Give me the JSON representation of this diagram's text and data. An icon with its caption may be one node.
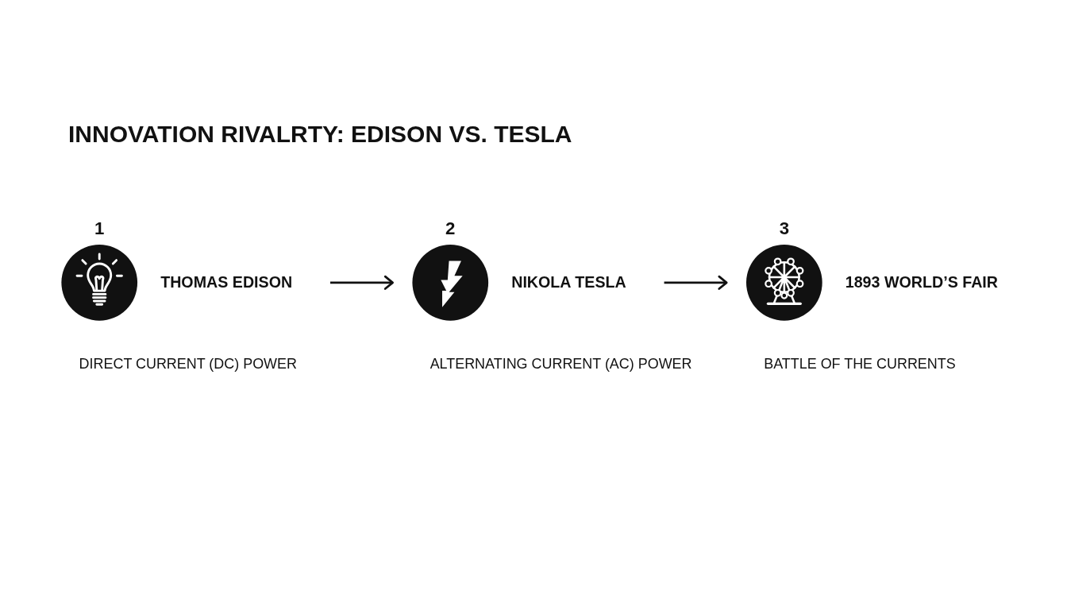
{
  "diagram": {
    "title": "INNOVATION RIVALRTY: EDISON VS. TESLA",
    "nodes": [
      {
        "text": [
          "THOMAS EDISON"
        ],
        "beside": [
          "1",
          "DIRECT CURRENT (DC) POWER"
        ]
      },
      {
        "text": [
          "NIKOLA TESLA"
        ],
        "beside": [
          "2",
          "ALTERNATING CURRENT (AC) POWER"
        ]
      },
      {
        "text": [
          "1893 WORLD’S FAIR"
        ],
        "beside": [
          "3",
          "BATTLE OF THE CURRENTS"
        ]
      }
    ],
    "edges": [
      {
        "from": 0,
        "to": 1,
        "arrow": "to"
      },
      {
        "from": 1,
        "to": 2,
        "arrow": "to"
      }
    ]
  }
}
